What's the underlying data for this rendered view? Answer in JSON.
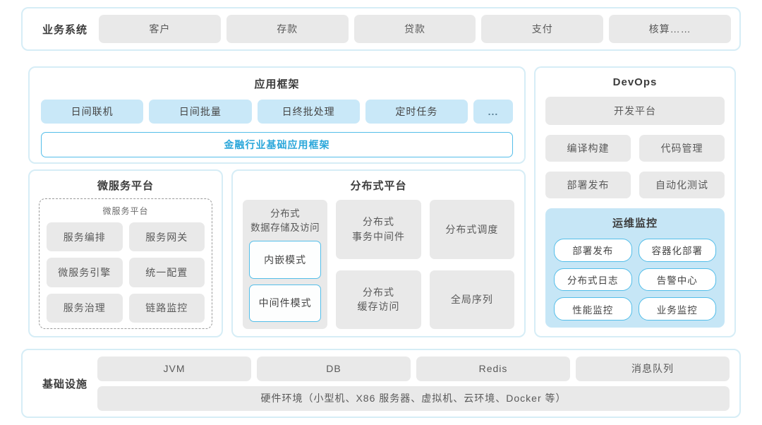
{
  "colors": {
    "panel_border": "#d6edf6",
    "gray_box_bg": "#e9e9e9",
    "gray_text": "#595959",
    "blue_box_bg": "#c9e8f8",
    "blue_border": "#54bee9",
    "blue_text": "#29a6da",
    "monitor_bg": "#c6e6f6",
    "dark_text": "#454545"
  },
  "business": {
    "label": "业务系统",
    "items": [
      "客户",
      "存款",
      "贷款",
      "支付",
      "核算……"
    ]
  },
  "app_framework": {
    "title": "应用框架",
    "items": [
      "日间联机",
      "日间批量",
      "日终批处理",
      "定时任务"
    ],
    "more": "...",
    "base_framework": "金融行业基础应用框架"
  },
  "devops": {
    "title": "DevOps",
    "dev_platform": "开发平台",
    "items": [
      "编译构建",
      "代码管理",
      "部署发布",
      "自动化测试"
    ],
    "monitor": {
      "title": "运维监控",
      "items": [
        "部署发布",
        "容器化部署",
        "分布式日志",
        "告警中心",
        "性能监控",
        "业务监控"
      ]
    }
  },
  "microservice": {
    "title": "微服务平台",
    "inner_title": "微服务平台",
    "items": [
      "服务编排",
      "服务网关",
      "微服务引擎",
      "统一配置",
      "服务治理",
      "链路监控"
    ]
  },
  "distributed": {
    "title": "分布式平台",
    "storage": {
      "label": "分布式\n数据存储及访问",
      "modes": [
        "内嵌模式",
        "中间件模式"
      ]
    },
    "middle": [
      "分布式\n事务中间件",
      "分布式\n缓存访问"
    ],
    "right": [
      "分布式调度",
      "全局序列"
    ]
  },
  "infrastructure": {
    "label": "基础设施",
    "items": [
      "JVM",
      "DB",
      "Redis",
      "消息队列"
    ],
    "hardware": "硬件环境（小型机、X86 服务器、虚拟机、云环境、Docker 等）"
  }
}
